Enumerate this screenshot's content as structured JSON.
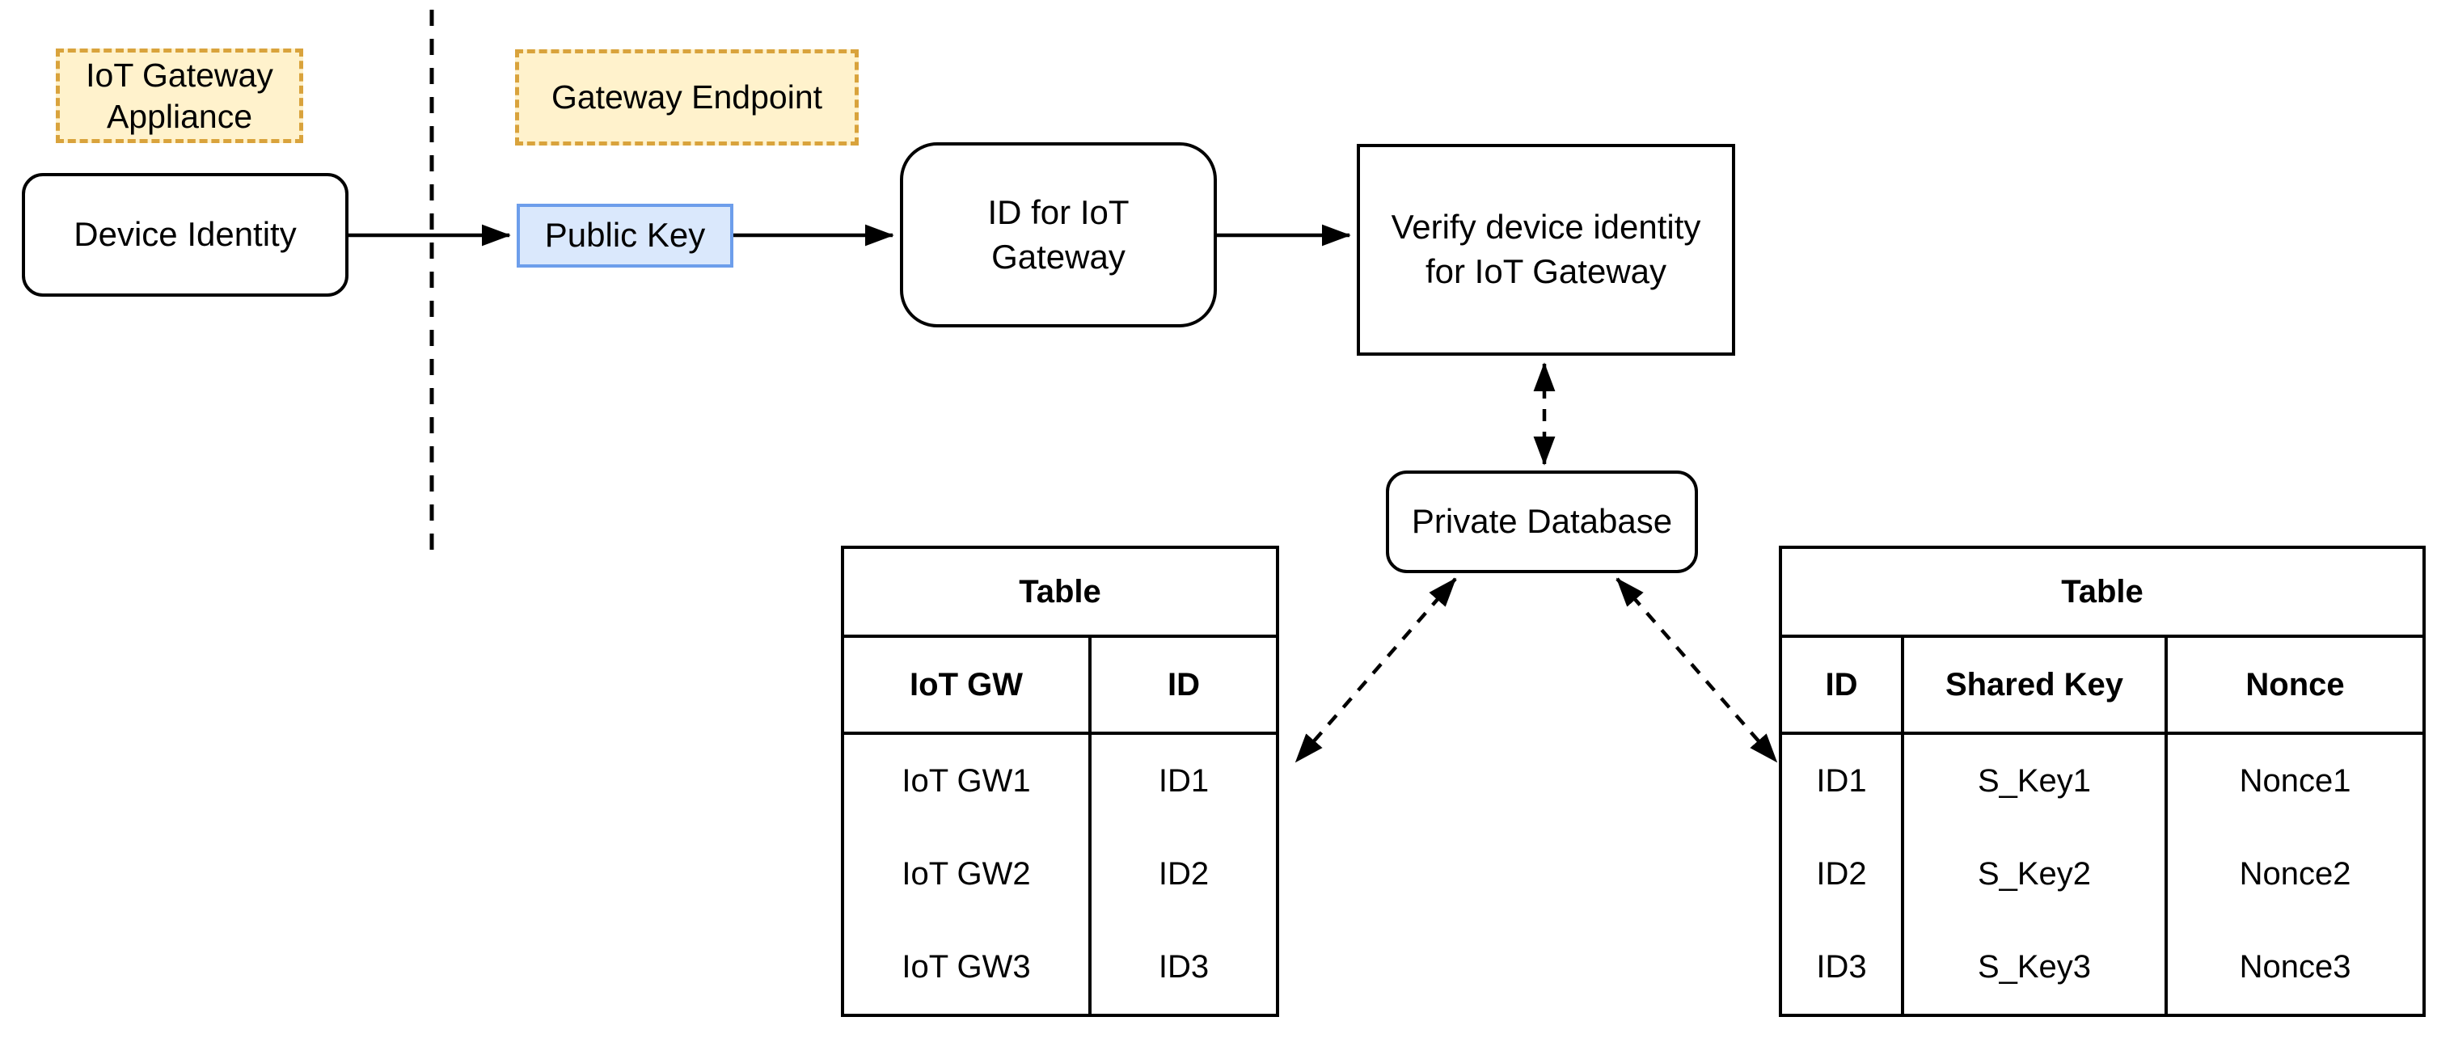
{
  "zones": {
    "appliance": "IoT Gateway\nAppliance",
    "endpoint": "Gateway Endpoint"
  },
  "nodes": {
    "device_identity": "Device Identity",
    "public_key": "Public Key",
    "id_for_iot_gateway": "ID for IoT\nGateway",
    "verify": "Verify device identity\nfor IoT Gateway",
    "private_database": "Private Database"
  },
  "tables": {
    "left": {
      "title": "Table",
      "columns": [
        "IoT GW",
        "ID"
      ],
      "rows": [
        [
          "IoT GW1",
          "ID1"
        ],
        [
          "IoT GW2",
          "ID2"
        ],
        [
          "IoT GW3",
          "ID3"
        ]
      ]
    },
    "right": {
      "title": "Table",
      "columns": [
        "ID",
        "Shared Key",
        "Nonce"
      ],
      "rows": [
        [
          "ID1",
          "S_Key1",
          "Nonce1"
        ],
        [
          "ID2",
          "S_Key2",
          "Nonce2"
        ],
        [
          "ID3",
          "S_Key3",
          "Nonce3"
        ]
      ]
    }
  },
  "colors": {
    "zone_fill": "#FFF2CC",
    "zone_stroke": "#D9A33C",
    "key_fill": "#DAE8FC",
    "key_stroke": "#6D9EEB",
    "line": "#000000"
  }
}
